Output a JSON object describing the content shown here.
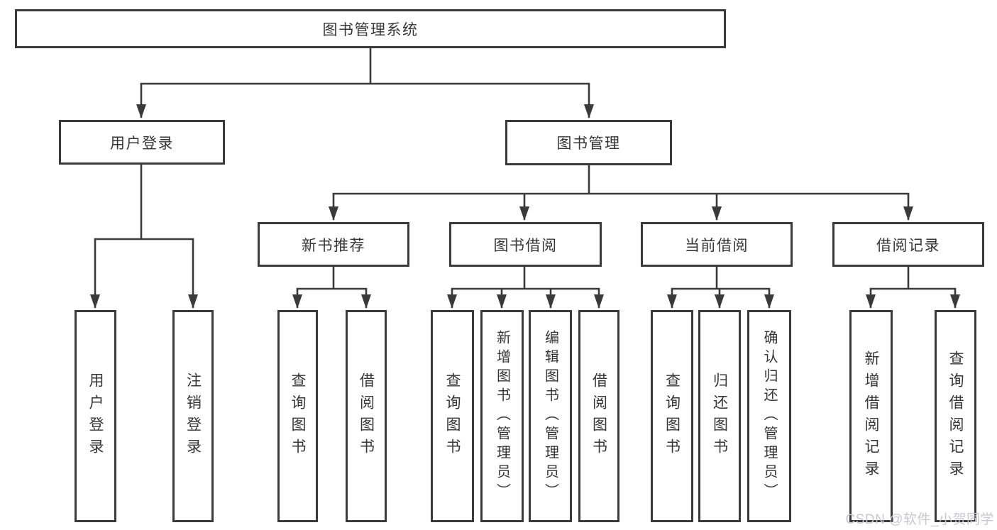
{
  "diagram_type": "tree",
  "colors": {
    "background": "#ffffff",
    "line": "#3a3a3a",
    "text": "#363636",
    "watermark": "#c9c9cd"
  },
  "watermark": {
    "text": "CSDN @软件_小贺同学"
  },
  "tree": {
    "label": "图书管理系统",
    "children": [
      {
        "label": "用户登录",
        "children": [
          {
            "label": "用户登录"
          },
          {
            "label": "注销登录"
          }
        ]
      },
      {
        "label": "图书管理",
        "children": [
          {
            "label": "新书推荐",
            "children": [
              {
                "label": "查询图书"
              },
              {
                "label": "借阅图书"
              }
            ]
          },
          {
            "label": "图书借阅",
            "children": [
              {
                "label": "查询图书"
              },
              {
                "label": "新增图书（管理员）"
              },
              {
                "label": "编辑图书（管理员）"
              },
              {
                "label": "借阅图书"
              }
            ]
          },
          {
            "label": "当前借阅",
            "children": [
              {
                "label": "查询图书"
              },
              {
                "label": "归还图书"
              },
              {
                "label": "确认归还（管理员）"
              }
            ]
          },
          {
            "label": "借阅记录",
            "children": [
              {
                "label": "新增借阅记录"
              },
              {
                "label": "查询借阅记录"
              }
            ]
          }
        ]
      }
    ]
  }
}
